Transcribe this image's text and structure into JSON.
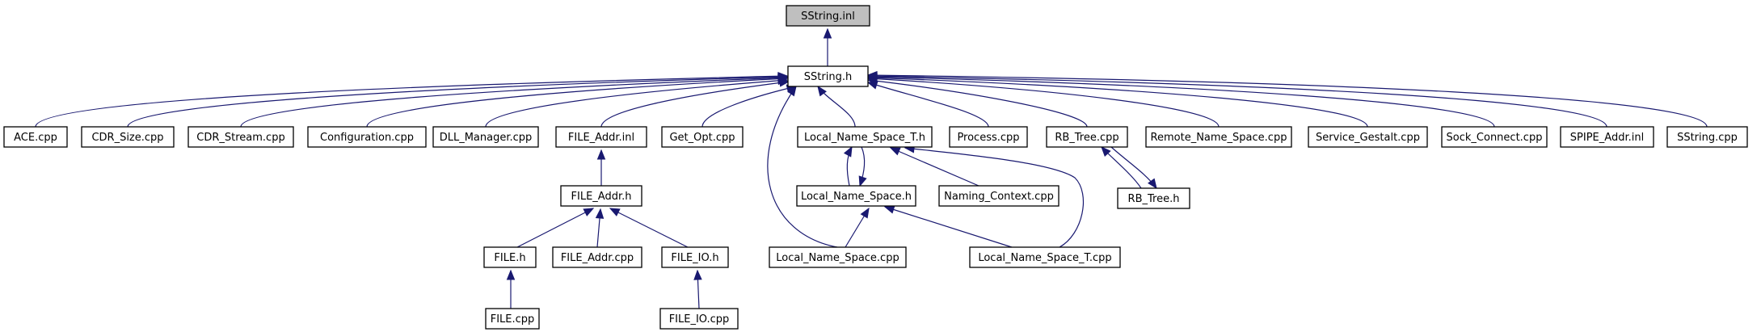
{
  "diagram": {
    "type": "include-dependency-graph",
    "colors": {
      "edge": "#191970",
      "root_fill": "#bfbfbf",
      "node_fill": "#ffffff",
      "border": "#000000"
    },
    "nodes": [
      {
        "id": "sstring_inl",
        "label": "SString.inl",
        "root": true
      },
      {
        "id": "sstring_h",
        "label": "SString.h"
      },
      {
        "id": "ace_cpp",
        "label": "ACE.cpp"
      },
      {
        "id": "cdr_size_cpp",
        "label": "CDR_Size.cpp"
      },
      {
        "id": "cdr_stream_cpp",
        "label": "CDR_Stream.cpp"
      },
      {
        "id": "configuration_cpp",
        "label": "Configuration.cpp"
      },
      {
        "id": "dll_manager_cpp",
        "label": "DLL_Manager.cpp"
      },
      {
        "id": "file_addr_inl",
        "label": "FILE_Addr.inl"
      },
      {
        "id": "get_opt_cpp",
        "label": "Get_Opt.cpp"
      },
      {
        "id": "local_name_space_t_h",
        "label": "Local_Name_Space_T.h"
      },
      {
        "id": "process_cpp",
        "label": "Process.cpp"
      },
      {
        "id": "rb_tree_cpp",
        "label": "RB_Tree.cpp"
      },
      {
        "id": "remote_name_space_cpp",
        "label": "Remote_Name_Space.cpp"
      },
      {
        "id": "service_gestalt_cpp",
        "label": "Service_Gestalt.cpp"
      },
      {
        "id": "sock_connect_cpp",
        "label": "Sock_Connect.cpp"
      },
      {
        "id": "spipe_addr_inl",
        "label": "SPIPE_Addr.inl"
      },
      {
        "id": "sstring_cpp",
        "label": "SString.cpp"
      },
      {
        "id": "file_addr_h",
        "label": "FILE_Addr.h"
      },
      {
        "id": "local_name_space_h",
        "label": "Local_Name_Space.h"
      },
      {
        "id": "naming_context_cpp",
        "label": "Naming_Context.cpp"
      },
      {
        "id": "rb_tree_h",
        "label": "RB_Tree.h"
      },
      {
        "id": "file_h",
        "label": "FILE.h"
      },
      {
        "id": "file_addr_cpp",
        "label": "FILE_Addr.cpp"
      },
      {
        "id": "file_io_h",
        "label": "FILE_IO.h"
      },
      {
        "id": "local_name_space_cpp",
        "label": "Local_Name_Space.cpp"
      },
      {
        "id": "local_name_space_t_cpp",
        "label": "Local_Name_Space_T.cpp"
      },
      {
        "id": "file_cpp",
        "label": "FILE.cpp"
      },
      {
        "id": "file_io_cpp",
        "label": "FILE_IO.cpp"
      }
    ],
    "edges": [
      {
        "from": "sstring_h",
        "to": "sstring_inl"
      },
      {
        "from": "ace_cpp",
        "to": "sstring_h"
      },
      {
        "from": "cdr_size_cpp",
        "to": "sstring_h"
      },
      {
        "from": "cdr_stream_cpp",
        "to": "sstring_h"
      },
      {
        "from": "configuration_cpp",
        "to": "sstring_h"
      },
      {
        "from": "dll_manager_cpp",
        "to": "sstring_h"
      },
      {
        "from": "file_addr_inl",
        "to": "sstring_h"
      },
      {
        "from": "get_opt_cpp",
        "to": "sstring_h"
      },
      {
        "from": "local_name_space_cpp",
        "to": "sstring_h"
      },
      {
        "from": "local_name_space_t_h",
        "to": "sstring_h"
      },
      {
        "from": "process_cpp",
        "to": "sstring_h"
      },
      {
        "from": "rb_tree_cpp",
        "to": "sstring_h"
      },
      {
        "from": "remote_name_space_cpp",
        "to": "sstring_h"
      },
      {
        "from": "service_gestalt_cpp",
        "to": "sstring_h"
      },
      {
        "from": "sock_connect_cpp",
        "to": "sstring_h"
      },
      {
        "from": "spipe_addr_inl",
        "to": "sstring_h"
      },
      {
        "from": "sstring_cpp",
        "to": "sstring_h"
      },
      {
        "from": "file_addr_h",
        "to": "file_addr_inl"
      },
      {
        "from": "file_h",
        "to": "file_addr_h"
      },
      {
        "from": "file_addr_cpp",
        "to": "file_addr_h"
      },
      {
        "from": "file_io_h",
        "to": "file_addr_h"
      },
      {
        "from": "file_cpp",
        "to": "file_h"
      },
      {
        "from": "file_io_cpp",
        "to": "file_io_h"
      },
      {
        "from": "local_name_space_h",
        "to": "local_name_space_t_h"
      },
      {
        "from": "local_name_space_t_h",
        "to": "local_name_space_h"
      },
      {
        "from": "naming_context_cpp",
        "to": "local_name_space_t_h"
      },
      {
        "from": "local_name_space_t_cpp",
        "to": "local_name_space_t_h"
      },
      {
        "from": "local_name_space_cpp",
        "to": "local_name_space_h"
      },
      {
        "from": "local_name_space_t_cpp",
        "to": "local_name_space_h"
      },
      {
        "from": "rb_tree_h",
        "to": "rb_tree_cpp"
      },
      {
        "from": "rb_tree_cpp",
        "to": "rb_tree_h"
      }
    ]
  }
}
